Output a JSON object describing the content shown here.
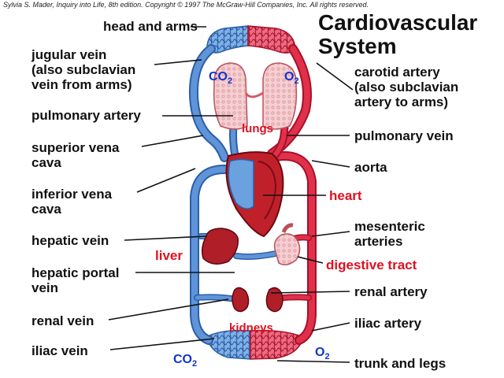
{
  "copyright": "Sylvia S. Mader, Inquiry into Life, 8th edition. Copyright © 1997 The McGraw-Hill Companies, Inc. All rights reserved.",
  "title_line1": "Cardiovascular",
  "title_line2": "System",
  "left_labels": {
    "head_and_arms": "head and arms",
    "jugular_1": "jugular vein",
    "jugular_2": "(also subclavian",
    "jugular_3": "vein from arms)",
    "pulmonary_artery": "pulmonary artery",
    "superior_vena_1": "superior vena",
    "superior_vena_2": "cava",
    "inferior_vena_1": "inferior vena",
    "inferior_vena_2": "cava",
    "hepatic_vein": "hepatic vein",
    "hepatic_portal_1": "hepatic portal",
    "hepatic_portal_2": "vein",
    "renal_vein": "renal vein",
    "iliac_vein": "iliac vein"
  },
  "right_labels": {
    "carotid_1": "carotid artery",
    "carotid_2": "(also subclavian",
    "carotid_3": "artery to arms)",
    "pulmonary_vein": "pulmonary vein",
    "aorta": "aorta",
    "mesenteric_1": "mesenteric",
    "mesenteric_2": "arteries",
    "renal_artery": "renal artery",
    "iliac_artery": "iliac artery",
    "trunk_and_legs": "trunk and legs"
  },
  "organ_labels": {
    "lungs": "lungs",
    "heart": "heart",
    "liver": "liver",
    "digestive_tract": "digestive tract",
    "kidneys": "kidneys"
  },
  "gases": {
    "co2_base": "CO",
    "co2_sub": "2",
    "o2_base": "O",
    "o2_sub": "2"
  },
  "colors": {
    "vein_blue": "#5f95d8",
    "vein_outline": "#2b5fa8",
    "artery_red": "#e0304a",
    "artery_outline": "#a8102a",
    "organ_red": "#c0202a",
    "lung_pink": "#f3c4c6",
    "label_red": "#e01020",
    "label_blue": "#1133cc"
  }
}
